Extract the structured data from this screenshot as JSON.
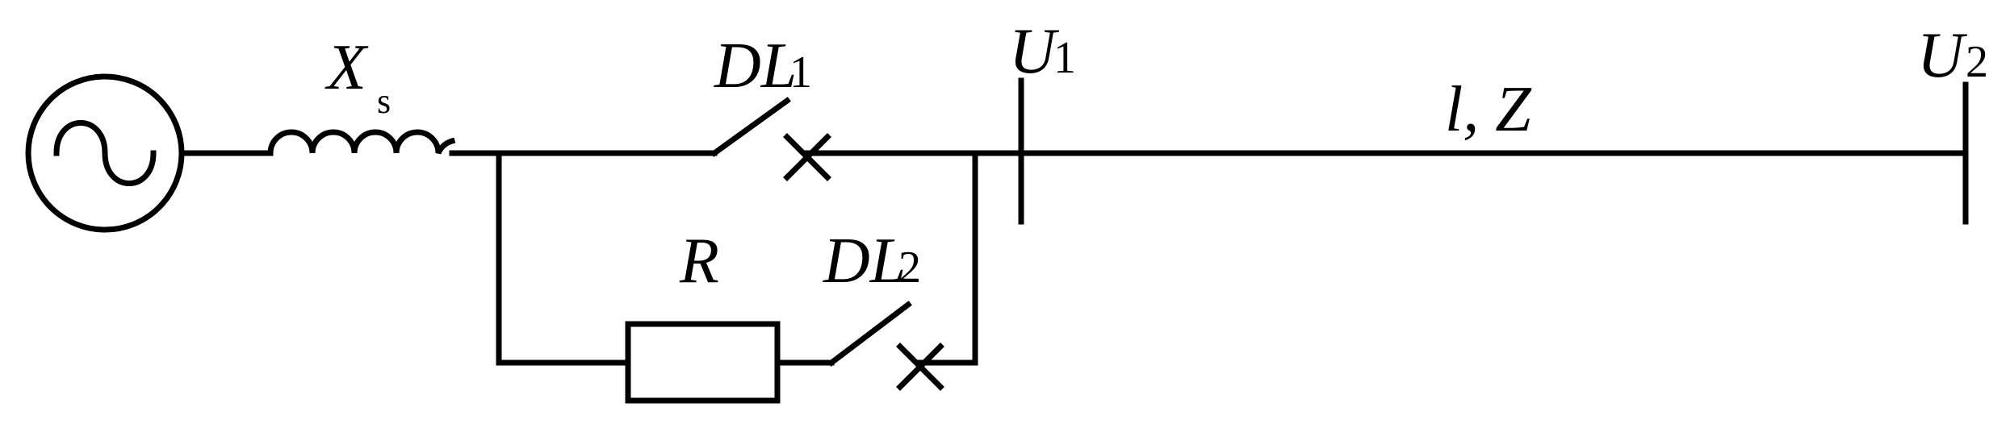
{
  "labels": {
    "source_reactance_symbol": "X",
    "source_reactance_subscript": "s",
    "breaker1_symbol": "DL",
    "breaker1_subscript": "1",
    "breaker2_symbol": "DL",
    "breaker2_subscript": "2",
    "resistor_symbol": "R",
    "bus1_symbol": "U",
    "bus1_subscript": "1",
    "bus2_symbol": "U",
    "bus2_subscript": "2",
    "line_label": "l, Z"
  },
  "colors": {
    "stroke": "#000000",
    "background": "#ffffff"
  }
}
